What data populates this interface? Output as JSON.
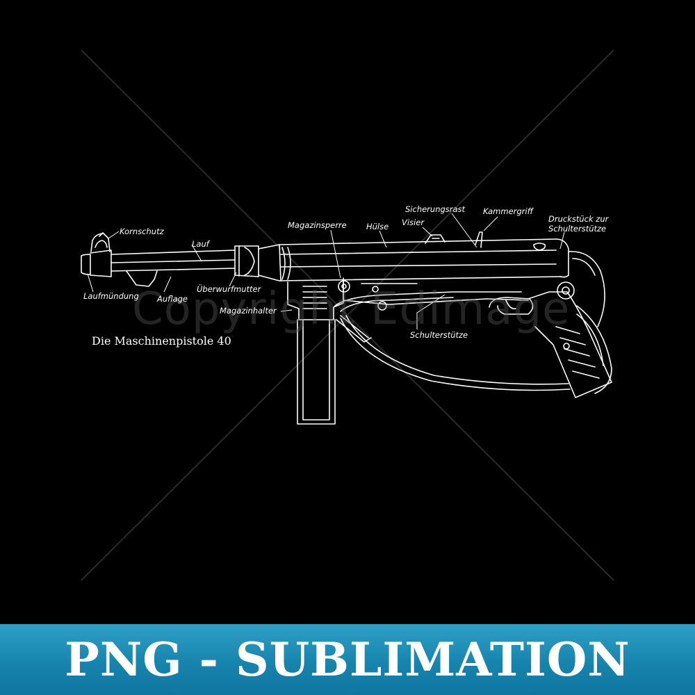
{
  "diagram": {
    "title": "Die Maschinenpistole 40",
    "labels": {
      "kornschutz": "Kornschutz",
      "lauf": "Lauf",
      "laufmuendung": "Laufmündung",
      "auflage": "Auflage",
      "ueberwurfmutter": "Überwurfmutter",
      "magazinhalter": "Magazinhalter",
      "magazinsperre": "Magazinsperre",
      "huelse": "Hülse",
      "visier": "Visier",
      "sicherungsrast": "Sicherungsrast",
      "kammergriff": "Kammergriff",
      "druckstueck_line1": "Druckstück zur",
      "druckstueck_line2": "Schulterstütze",
      "schulterstuetze": "Schulterstütze"
    }
  },
  "watermark": {
    "text": "Copyright Edimage"
  },
  "banner": {
    "text": "PNG - SUBLIMATION",
    "color": "#1784ad"
  },
  "icons": {
    "product": "smg-line-drawing"
  }
}
